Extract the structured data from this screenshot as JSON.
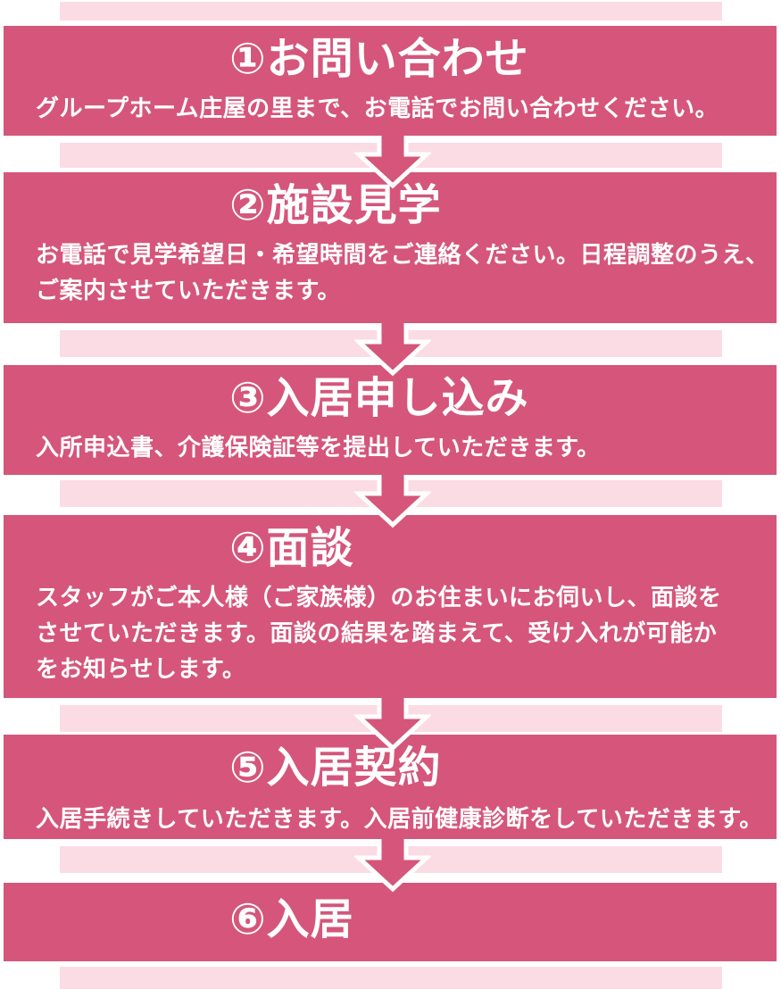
{
  "diagram": {
    "kind": "vertical-flow",
    "language": "ja",
    "topic": "グループホーム入居までの流れ"
  },
  "colors": {
    "step_box_pink": "#d5567a",
    "connector_band_pink": "#fbdce4",
    "text_white": "#ffffff",
    "background": "#ffffff"
  },
  "icons": {
    "connector_arrow": "arrow-down"
  },
  "steps": [
    {
      "title": "①お問い合わせ",
      "body_lines": [
        "グループホーム庄屋の里まで、お電話でお問い合わせください。"
      ]
    },
    {
      "title": "②施設見学",
      "body_lines": [
        "お電話で見学希望日・希望時間をご連絡ください。日程調整のうえ、",
        "ご案内させていただきます。"
      ]
    },
    {
      "title": "③入居申し込み",
      "body_lines": [
        "入所申込書、介護保険証等を提出していただきます。"
      ]
    },
    {
      "title": "④面談",
      "body_lines": [
        "スタッフがご本人様（ご家族様）のお住まいにお伺いし、面談を",
        "させていただきます。面談の結果を踏まえて、受け入れが可能か",
        "をお知らせします。"
      ]
    },
    {
      "title": "⑤入居契約",
      "body_lines": [
        "入居手続きしていただきます。入居前健康診断をしていただきます。"
      ]
    },
    {
      "title": "⑥入居",
      "body_lines": []
    }
  ]
}
